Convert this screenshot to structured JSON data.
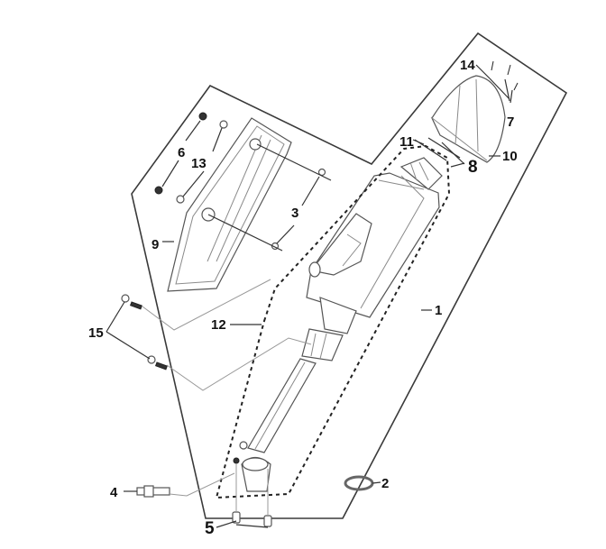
{
  "diagram": {
    "type": "exploded parts diagram",
    "subject": "exhaust muffler assembly",
    "callouts": {
      "c1": "1",
      "c2": "2",
      "c3": "3",
      "c4": "4",
      "c5": "5",
      "c6": "6",
      "c7": "7",
      "c8": "8",
      "c9": "9",
      "c10": "10",
      "c11": "11",
      "c12": "12",
      "c13": "13",
      "c14": "14",
      "c15": "15"
    },
    "colors": {
      "line": "#333333",
      "background": "#ffffff"
    }
  }
}
